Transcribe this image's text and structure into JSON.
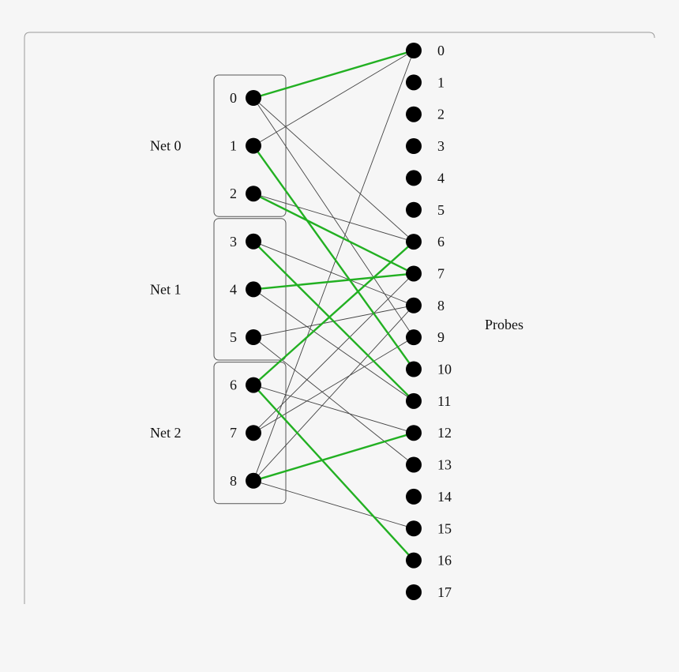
{
  "colors": {
    "background": "#f6f6f6",
    "node": "#000000",
    "edge_normal": "#444444",
    "edge_highlight": "#22b022"
  },
  "groups": [
    {
      "label": "Net 0",
      "nodes": [
        0,
        1,
        2
      ]
    },
    {
      "label": "Net 1",
      "nodes": [
        3,
        4,
        5
      ]
    },
    {
      "label": "Net 2",
      "nodes": [
        6,
        7,
        8
      ]
    }
  ],
  "left_nodes": [
    "0",
    "1",
    "2",
    "3",
    "4",
    "5",
    "6",
    "7",
    "8"
  ],
  "probes_label": "Probes",
  "right_nodes": [
    "0",
    "1",
    "2",
    "3",
    "4",
    "5",
    "6",
    "7",
    "8",
    "9",
    "10",
    "11",
    "12",
    "13",
    "14",
    "15",
    "16",
    "17"
  ],
  "edges": [
    {
      "from": 0,
      "to": 0,
      "highlight": true
    },
    {
      "from": 0,
      "to": 6,
      "highlight": false
    },
    {
      "from": 0,
      "to": 9,
      "highlight": false
    },
    {
      "from": 1,
      "to": 0,
      "highlight": false
    },
    {
      "from": 1,
      "to": 10,
      "highlight": true
    },
    {
      "from": 2,
      "to": 6,
      "highlight": false
    },
    {
      "from": 2,
      "to": 7,
      "highlight": true
    },
    {
      "from": 3,
      "to": 8,
      "highlight": false
    },
    {
      "from": 3,
      "to": 11,
      "highlight": true
    },
    {
      "from": 4,
      "to": 7,
      "highlight": true
    },
    {
      "from": 4,
      "to": 11,
      "highlight": false
    },
    {
      "from": 5,
      "to": 8,
      "highlight": false
    },
    {
      "from": 5,
      "to": 13,
      "highlight": false
    },
    {
      "from": 6,
      "to": 6,
      "highlight": true
    },
    {
      "from": 6,
      "to": 12,
      "highlight": false
    },
    {
      "from": 6,
      "to": 16,
      "highlight": true
    },
    {
      "from": 7,
      "to": 7,
      "highlight": false
    },
    {
      "from": 7,
      "to": 9,
      "highlight": false
    },
    {
      "from": 8,
      "to": 0,
      "highlight": false
    },
    {
      "from": 8,
      "to": 8,
      "highlight": false
    },
    {
      "from": 8,
      "to": 12,
      "highlight": true
    },
    {
      "from": 8,
      "to": 15,
      "highlight": false
    }
  ]
}
